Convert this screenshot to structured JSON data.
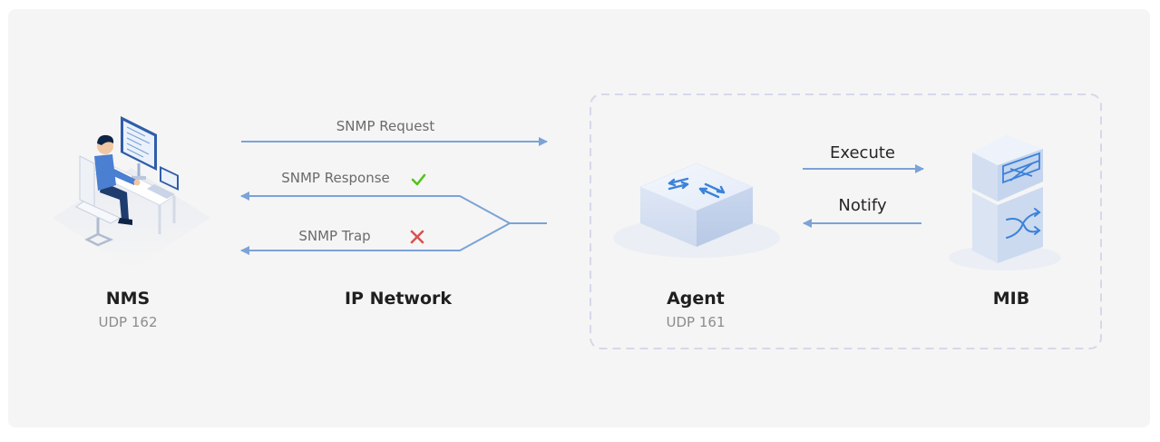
{
  "nodes": {
    "nms": {
      "title": "NMS",
      "port": "UDP 162"
    },
    "network": {
      "title": "IP Network"
    },
    "agent": {
      "title": "Agent",
      "port": "UDP 161"
    },
    "mib": {
      "title": "MIB"
    }
  },
  "messages": {
    "request": "SNMP Request",
    "response": "SNMP Response",
    "trap": "SNMP Trap",
    "execute": "Execute",
    "notify": "Notify"
  },
  "colors": {
    "background": "#f5f5f5",
    "arrow": "#7ba3d6",
    "dashed_border": "#d6d8ea",
    "success": "#52c41a",
    "error": "#d9534f"
  },
  "icons": {
    "response_status": "check-icon",
    "trap_status": "cross-icon"
  }
}
